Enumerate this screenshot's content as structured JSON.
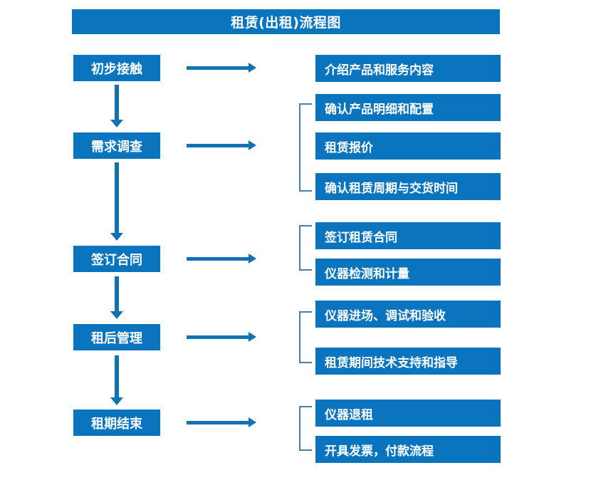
{
  "title": "租赁(出租)流程图",
  "colors": {
    "box_fill": "#0b74be",
    "box_text": "#ffffff",
    "arrow": "#1272b6",
    "bracket": "#4a7fae",
    "background": "#ffffff"
  },
  "stages": [
    {
      "id": "stage-1",
      "label": "初步接触"
    },
    {
      "id": "stage-2",
      "label": "需求调查"
    },
    {
      "id": "stage-3",
      "label": "签订合同"
    },
    {
      "id": "stage-4",
      "label": "租后管理"
    },
    {
      "id": "stage-5",
      "label": "租期结束"
    }
  ],
  "details": [
    {
      "id": "detail-1",
      "label": "介绍产品和服务内容"
    },
    {
      "id": "detail-2",
      "label": "确认产品明细和配置"
    },
    {
      "id": "detail-3",
      "label": "租赁报价"
    },
    {
      "id": "detail-4",
      "label": "确认租赁周期与交货时间"
    },
    {
      "id": "detail-5",
      "label": "签订租赁合同"
    },
    {
      "id": "detail-6",
      "label": "仪器检测和计量"
    },
    {
      "id": "detail-7",
      "label": "仪器进场、调试和验收"
    },
    {
      "id": "detail-8",
      "label": "租赁期间技术支持和指导"
    },
    {
      "id": "detail-9",
      "label": "仪器退租"
    },
    {
      "id": "detail-10",
      "label": "开具发票，付款流程"
    }
  ],
  "groups": [
    {
      "id": "group-needs",
      "stage": "需求调查",
      "members": [
        "确认产品明细和配置",
        "租赁报价",
        "确认租赁周期与交货时间"
      ]
    },
    {
      "id": "group-contract",
      "stage": "签订合同",
      "members": [
        "签订租赁合同",
        "仪器检测和计量"
      ]
    },
    {
      "id": "group-after",
      "stage": "租后管理",
      "members": [
        "仪器进场、调试和验收",
        "租赁期间技术支持和指导"
      ]
    },
    {
      "id": "group-end",
      "stage": "租期结束",
      "members": [
        "仪器退租",
        "开具发票，付款流程"
      ]
    }
  ]
}
